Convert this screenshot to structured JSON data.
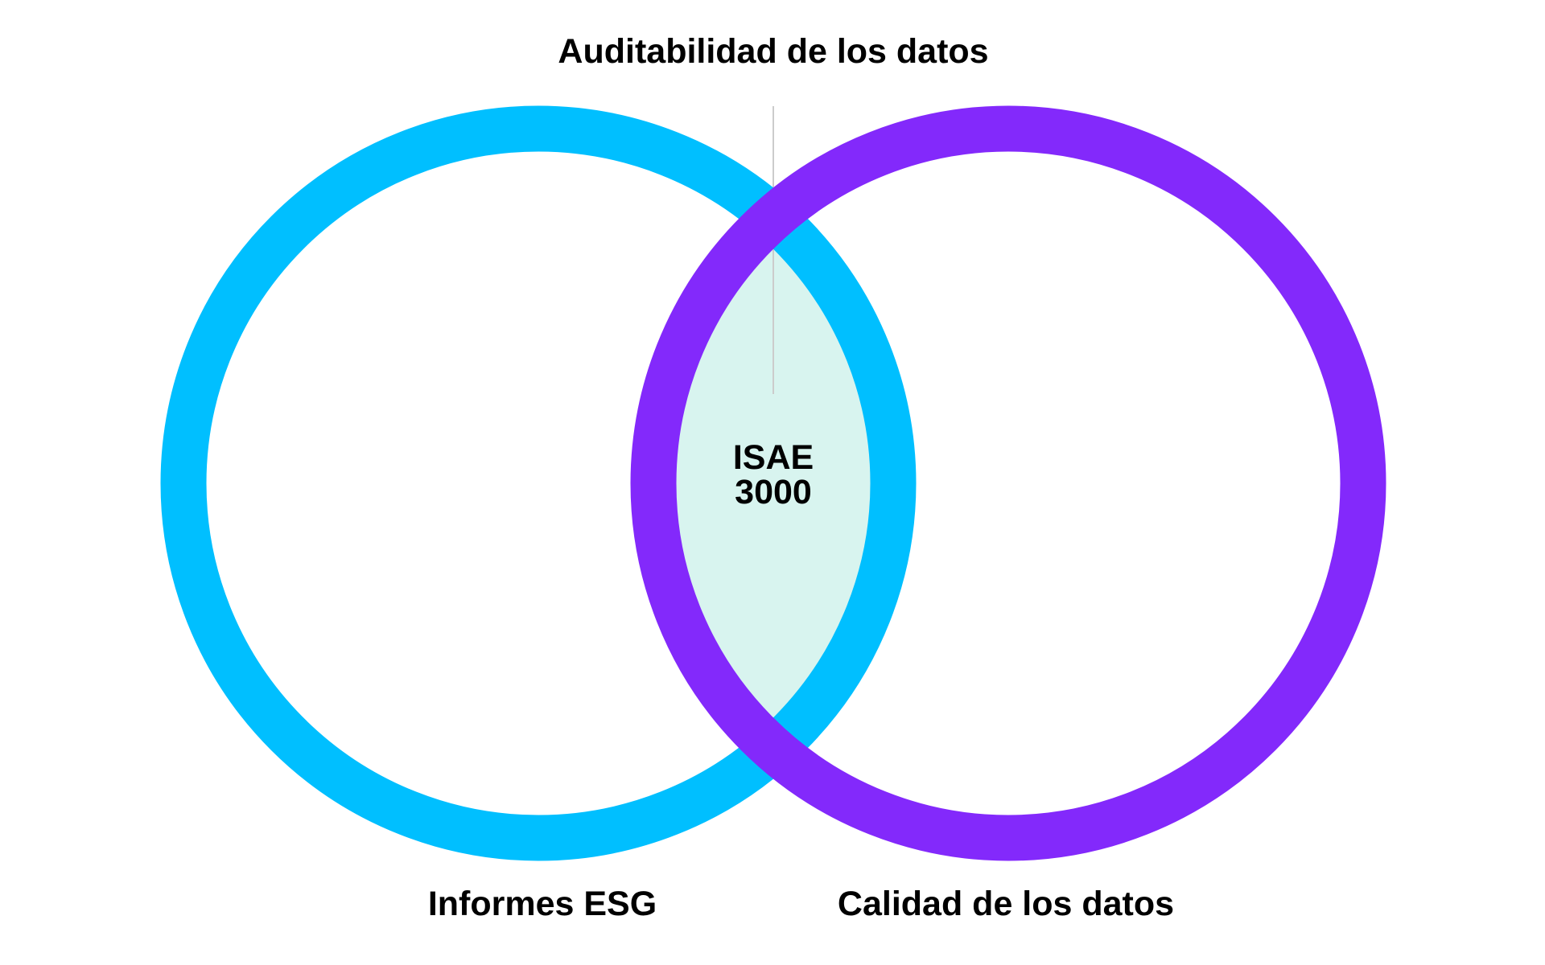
{
  "diagram": {
    "top_label": "Auditabilidad de los datos",
    "left_label": "Informes ESG",
    "right_label": "Calidad de los datos",
    "center_label_line1": "ISAE",
    "center_label_line2": "3000"
  },
  "colors": {
    "left_circle": "#00BFFF",
    "right_circle": "#8329FB",
    "intersection": "#D8F4EF",
    "pointer_line": "#CCCCCC",
    "text": "#000000",
    "background": "#FFFFFF"
  }
}
